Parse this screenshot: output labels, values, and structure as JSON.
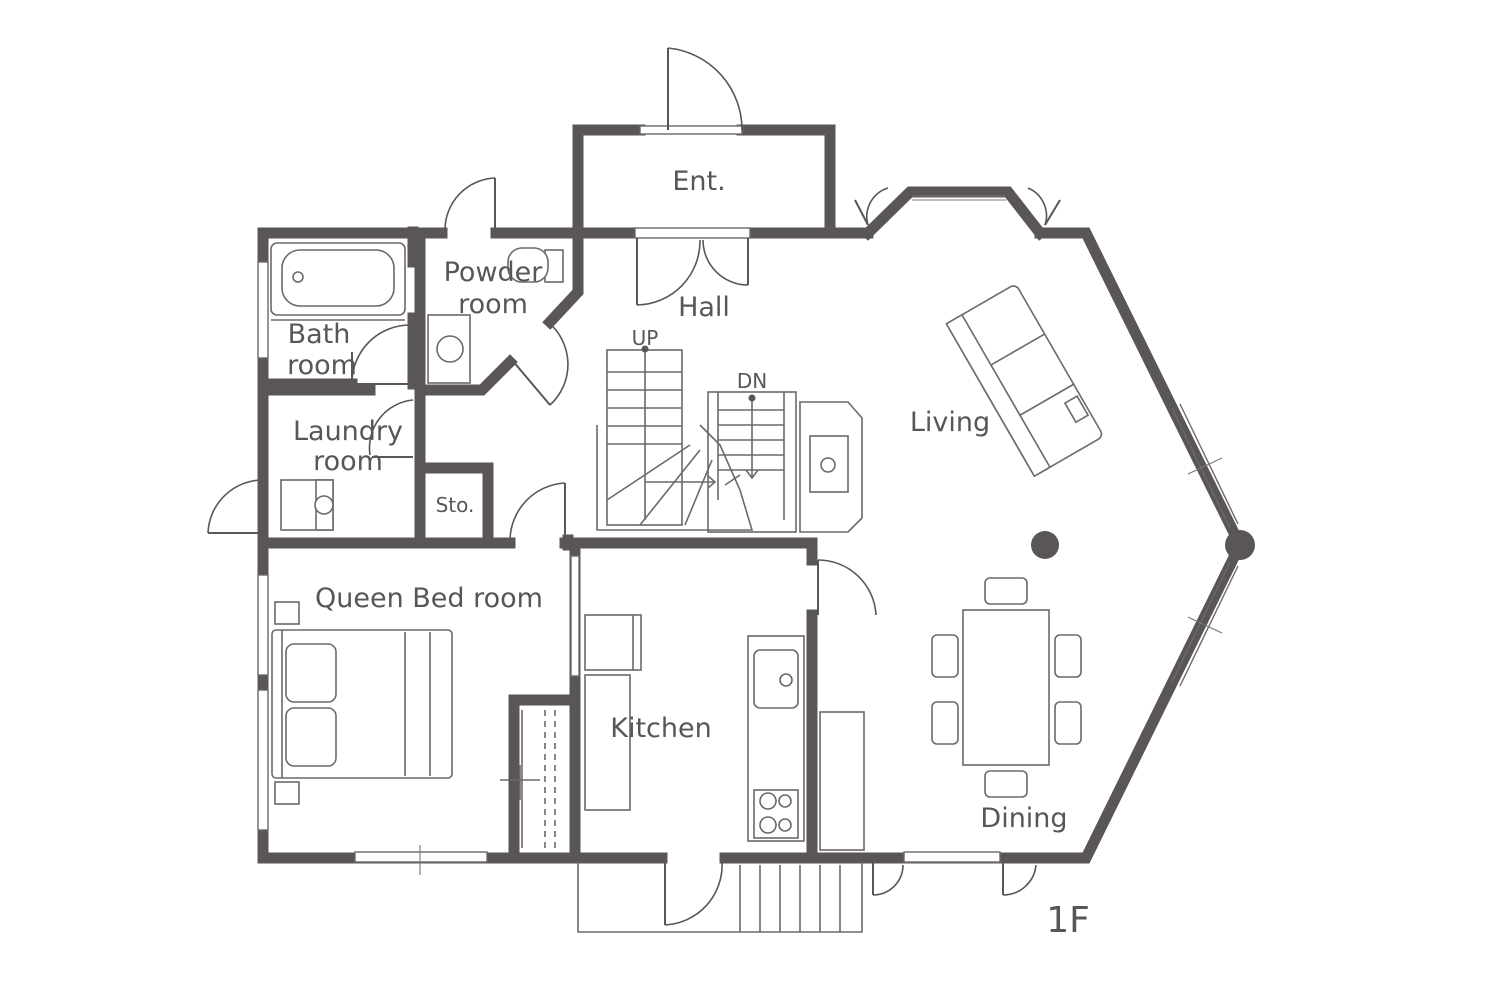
{
  "floor": "1F",
  "rooms": {
    "entrance": "Ent.",
    "hall": "Hall",
    "powder": [
      "Powder",
      "room"
    ],
    "bath": [
      "Bath",
      "room"
    ],
    "laundry": [
      "Laundry",
      "room"
    ],
    "storage": "Sto.",
    "living": "Living",
    "dining": "Dining",
    "kitchen": "Kitchen",
    "queen": "Queen Bed room"
  },
  "stairs": {
    "up": "UP",
    "down": "DN"
  },
  "colors": {
    "wall": "#5a5556",
    "line": "#6d6869",
    "background": "#ffffff"
  }
}
